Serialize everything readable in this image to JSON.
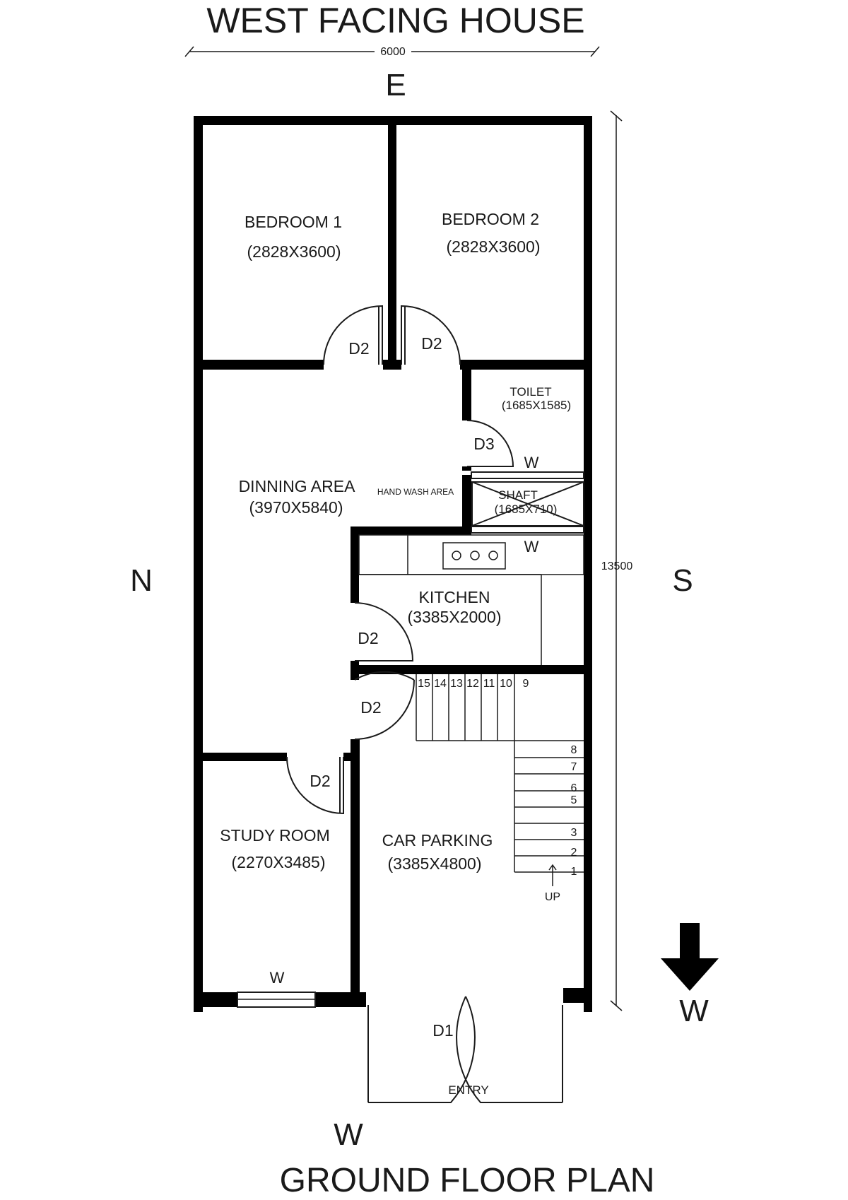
{
  "title": "WEST FACING HOUSE",
  "footer_title": "GROUND FLOOR PLAN",
  "dimensions": {
    "width": "6000",
    "length": "13500"
  },
  "compass": {
    "top": "E",
    "left": "N",
    "right": "S",
    "bottom": "W",
    "arrow_label": "W"
  },
  "rooms": {
    "bedroom1": {
      "name": "BEDROOM 1",
      "size": "(2828X3600)"
    },
    "bedroom2": {
      "name": "BEDROOM 2",
      "size": "(2828X3600)"
    },
    "toilet": {
      "name": "TOILET",
      "size": "(1685X1585)"
    },
    "dining": {
      "name": "DINNING AREA",
      "size": "(3970X5840)"
    },
    "hand_wash": {
      "name": "HAND WASH AREA"
    },
    "shaft": {
      "name": "SHAFT",
      "size": "(1685X710)"
    },
    "kitchen": {
      "name": "KITCHEN",
      "size": "(3385X2000)"
    },
    "study": {
      "name": "STUDY ROOM",
      "size": "(2270X3485)"
    },
    "parking": {
      "name": "CAR PARKING",
      "size": "(3385X4800)"
    }
  },
  "doors": {
    "d2_bed1": "D2",
    "d2_bed2": "D2",
    "d3_toilet": "D3",
    "d2_kitchen": "D2",
    "d2_parking": "D2",
    "d2_study": "D2",
    "d1_entry": "D1"
  },
  "windows": {
    "toilet": "W",
    "shaft": "W",
    "study": "W"
  },
  "entry_label": "ENTRY",
  "stairs": {
    "up_label": "UP",
    "upper_steps": [
      "15",
      "14",
      "13",
      "12",
      "11",
      "10",
      "9"
    ],
    "lower_steps": [
      "8",
      "7",
      "6",
      "5",
      "3",
      "2",
      "1"
    ]
  }
}
